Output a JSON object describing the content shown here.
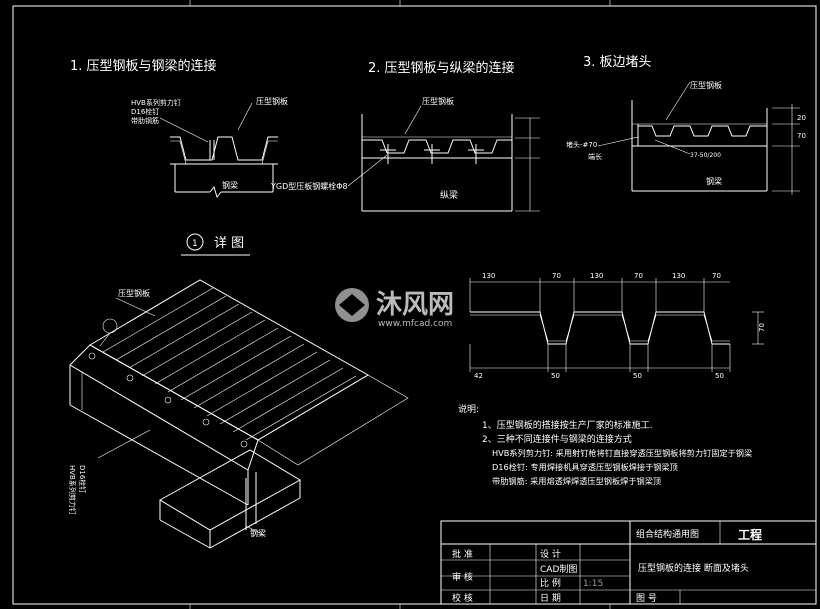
{
  "sections": {
    "s1_title": "1. 压型钢板与钢梁的连接",
    "s2_title": "2. 压型钢板与纵梁的连接",
    "s3_title": "3. 板边堵头",
    "detail_title": "详 图",
    "detail_number": "1"
  },
  "labels": {
    "deck": "压型钢板",
    "steel_beam": "钢梁",
    "long_beam": "纵梁",
    "shear_stud_note_1": "HVB系列剪力钉",
    "shear_stud_note_2": "D16栓钉",
    "shear_stud_note_3": "带肋钢筋",
    "ygd_note": "YGD型压板钢螺栓Φ8",
    "end_cap": "堵头-#70",
    "end_cap_2": "端长",
    "dim_note": "37-50/200",
    "iso_stud_1": "HVB系列剪力钉",
    "iso_stud_2": "D16栓钉",
    "iso_deck": "压型钢板",
    "iso_beam": "钢梁"
  },
  "dims": {
    "d130a": "130",
    "d70a": "70",
    "d130b": "130",
    "d70b": "70",
    "d130c": "130",
    "d70c": "70",
    "d70h": "70",
    "d42": "42",
    "d50a": "50",
    "d50b": "50",
    "d50c": "50",
    "s3_h1": "70",
    "s3_h2": "20"
  },
  "notes": {
    "heading": "说明:",
    "n1": "1、压型钢板的搭接按生产厂家的标准施工.",
    "n2": "2、三种不同连接件与钢梁的连接方式",
    "n3": "HVB系列剪力钉: 采用射钉枪将钉直接穿透压型钢板将剪力钉固定于钢梁",
    "n4": "D16栓钉: 专用焊接机具穿透压型钢板焊接于钢梁顶",
    "n5": "带肋钢筋: 采用熔透焊焊透压型钢板焊于钢梁顶"
  },
  "watermark": {
    "brand": "沐风网",
    "url": "www.mfcad.com"
  },
  "title_block": {
    "project_label": "组合结构通用图",
    "project": "工程",
    "drawing_title": "压型钢板的连接 断面及堵头",
    "approve": "批 准",
    "review": "审 核",
    "check": "校 核",
    "design": "设 计",
    "cad": "CAD制图",
    "scale_label": "比 例",
    "scale_value": "1:15",
    "date": "日 期",
    "sheet_no": "图 号"
  }
}
